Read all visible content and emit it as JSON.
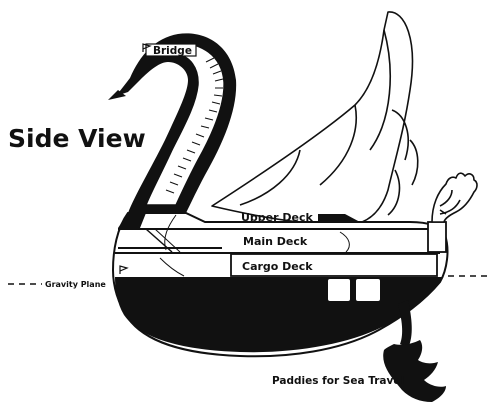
{
  "figure": {
    "title": "Side View"
  },
  "labels": {
    "bridge": "Bridge",
    "upper_deck": "Upper Deck",
    "main_deck": "Main Deck",
    "cargo_deck": "Cargo Deck",
    "gravity_plane": "Gravity Plane",
    "paddles": "Paddies for Sea Travel"
  },
  "colors": {
    "ink": "#111111",
    "paper": "#ffffff"
  }
}
